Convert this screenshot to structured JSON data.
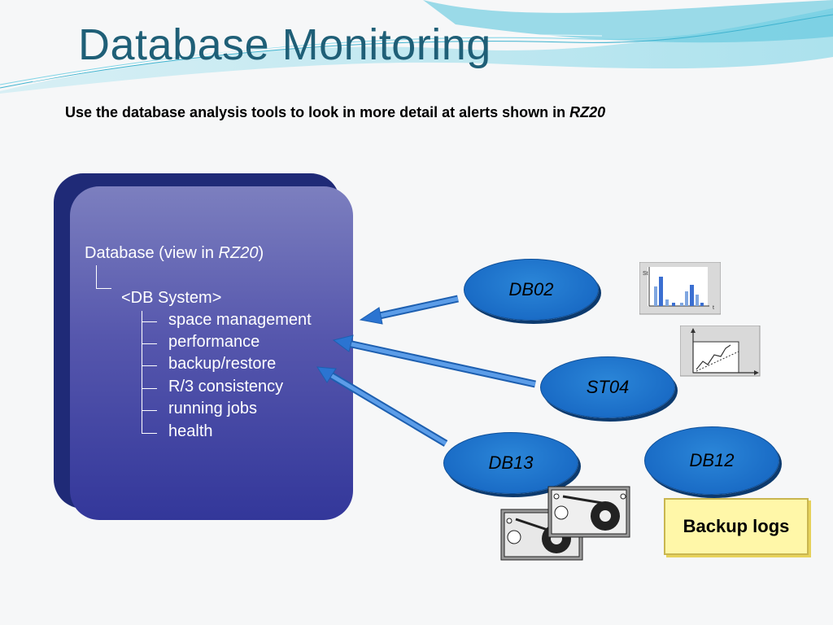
{
  "slide": {
    "title": "Database Monitoring",
    "subtitle_plain": "Use the database analysis tools to look in more detail at alerts shown in ",
    "subtitle_italic": "RZ20"
  },
  "tree": {
    "root_plain": "Database  (view in ",
    "root_italic": "RZ20",
    "root_close": ")",
    "system": "<DB System>",
    "items": [
      "space management",
      "performance",
      "backup/restore",
      "R/3 consistency",
      "running jobs",
      "health"
    ]
  },
  "tools": {
    "db02": "DB02",
    "st04": "ST04",
    "db13": "DB13",
    "db12": "DB12"
  },
  "chart_icon": {
    "y_label": "St",
    "x_label": "t"
  },
  "backup_logs": "Backup logs",
  "colors": {
    "title": "#1f5f77",
    "panel": "#5657ad",
    "oval": "#1a6cc6",
    "backup_box": "#fff7a8"
  }
}
